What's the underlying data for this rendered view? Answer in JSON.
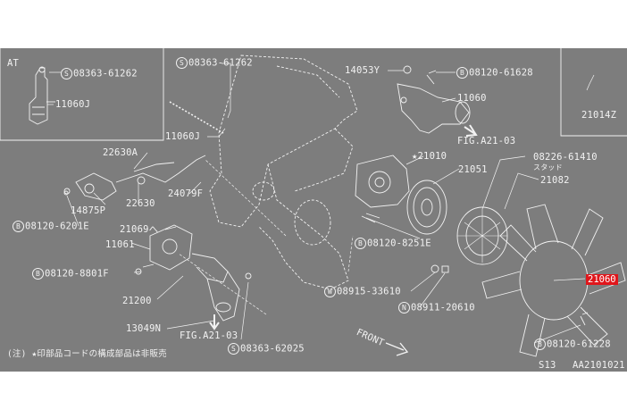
{
  "labels": {
    "at": "AT",
    "s_08363_61262_at": "08363-61262",
    "l_11060j_at": "11060J",
    "s_08363_61262": "08363-61262",
    "l_11060j": "11060J",
    "l_14053y": "14053Y",
    "b_08120_61628": "08120-61628",
    "l_11060": "11060",
    "fig_a21_03_top": "FIG.A21-03",
    "l_21014z": "21014Z",
    "l_22630a": "22630A",
    "l_14875p": "14875P",
    "l_22630": "22630",
    "l_24079f": "24079F",
    "b_08120_6201e": "08120-6201E",
    "l_21069": "21069へ",
    "l_11061": "11061",
    "b_08120_8801f": "08120-8801F",
    "l_21200": "21200",
    "l_13049n": "13049N",
    "fig_a21_03_bottom": "FIG.A21-03",
    "s_08363_62025": "08363-62025",
    "star_21010": "★21010",
    "l_21051": "21051",
    "b_08120_8251e": "08120-8251E",
    "l_08226_61410": "08226-61410",
    "l_stud": "スタッド",
    "l_21082": "21082",
    "l_21060": "21060",
    "w_08915_33610": "08915-33610",
    "n_08911_20610": "08911-20610",
    "b_08120_61228": "08120-61228",
    "front": "FRONT",
    "note": "(注) ★印部品コードの構成部品は非販売",
    "s13": "S13",
    "aa_code": "AA2101021"
  },
  "badges": {
    "s": "S",
    "b": "B",
    "w": "W",
    "n": "N"
  },
  "colors": {
    "background": "#7d7d7d",
    "line": "#f2f2f2",
    "highlight": "#e0161b"
  }
}
